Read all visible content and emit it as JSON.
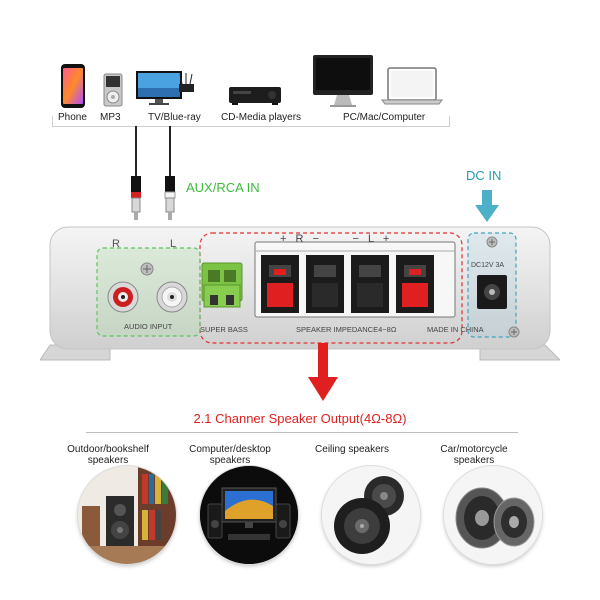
{
  "sources": [
    {
      "label": "Phone",
      "icon": "phone-icon"
    },
    {
      "label": "MP3",
      "icon": "mp3-player-icon"
    },
    {
      "label": "TV/Blue-ray",
      "icon": "tv-icon"
    },
    {
      "label": "CD-Media players",
      "icon": "cd-player-icon"
    },
    {
      "label": "PC/Mac/Computer",
      "icon": "computer-icon"
    }
  ],
  "inputs": {
    "aux_label": "AUX/RCA IN",
    "dc_label": "DC IN",
    "dc_spec": "DC12V 3A"
  },
  "panel": {
    "rl_left": "R",
    "rl_right": "L",
    "audio_input": "AUDIO INPUT",
    "super_bass": "SUPER BASS",
    "speaker_impedance": "SPEAKER IMPEDANCE4~8Ω",
    "made_in": "MADE IN CHINA",
    "terminal_marks": "+  R  −        −  L  +"
  },
  "output": {
    "title": "2.1 Channer Speaker Output(4Ω-8Ω)"
  },
  "speaker_types": [
    {
      "label": "Outdoor/bookshelf speakers",
      "line1": "Outdoor/bookshelf",
      "line2": "speakers"
    },
    {
      "label": "Computer/desktop speakers",
      "line1": "Computer/desktop",
      "line2": "speakers"
    },
    {
      "label": "Ceiling speakers",
      "line1": "Ceiling speakers",
      "line2": ""
    },
    {
      "label": "Car/motorcycle speakers",
      "line1": "Car/motorcycle",
      "line2": "speakers"
    }
  ],
  "colors": {
    "aux_green": "#3dbb3d",
    "dc_teal": "#2a9bb5",
    "output_red": "#e02020"
  }
}
